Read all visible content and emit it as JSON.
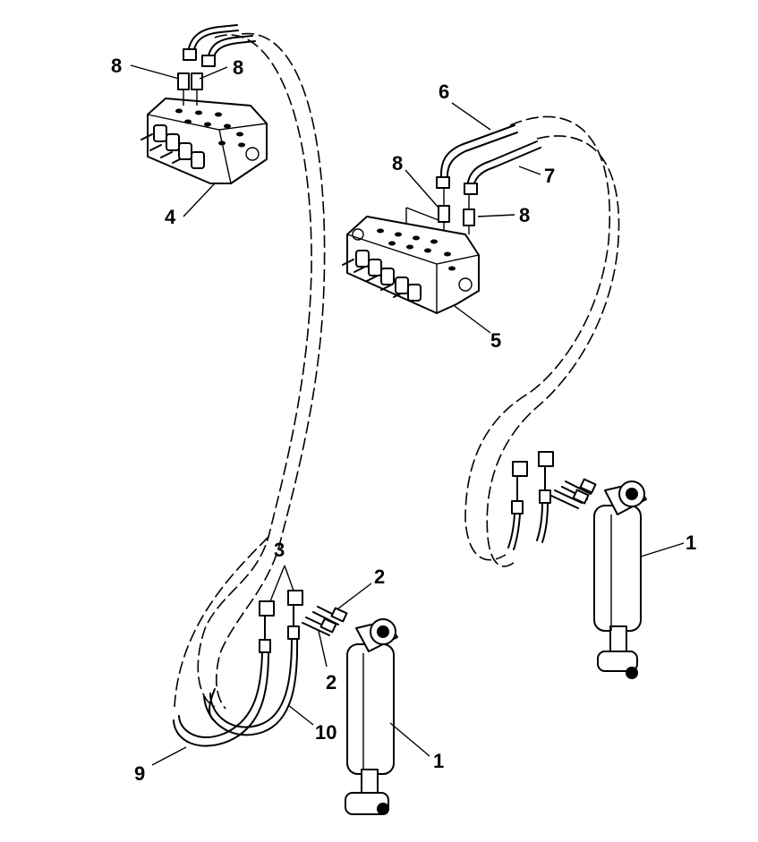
{
  "callouts": [
    {
      "id": "c1a",
      "text": "1"
    },
    {
      "id": "c1b",
      "text": "1"
    },
    {
      "id": "c2a",
      "text": "2"
    },
    {
      "id": "c2b",
      "text": "2"
    },
    {
      "id": "c3",
      "text": "3"
    },
    {
      "id": "c4",
      "text": "4"
    },
    {
      "id": "c5",
      "text": "5"
    },
    {
      "id": "c6",
      "text": "6"
    },
    {
      "id": "c7",
      "text": "7"
    },
    {
      "id": "c8a",
      "text": "8"
    },
    {
      "id": "c8b",
      "text": "8"
    },
    {
      "id": "c8c",
      "text": "8"
    },
    {
      "id": "c8d",
      "text": "8"
    },
    {
      "id": "c9",
      "text": "9"
    },
    {
      "id": "c10",
      "text": "10"
    }
  ]
}
